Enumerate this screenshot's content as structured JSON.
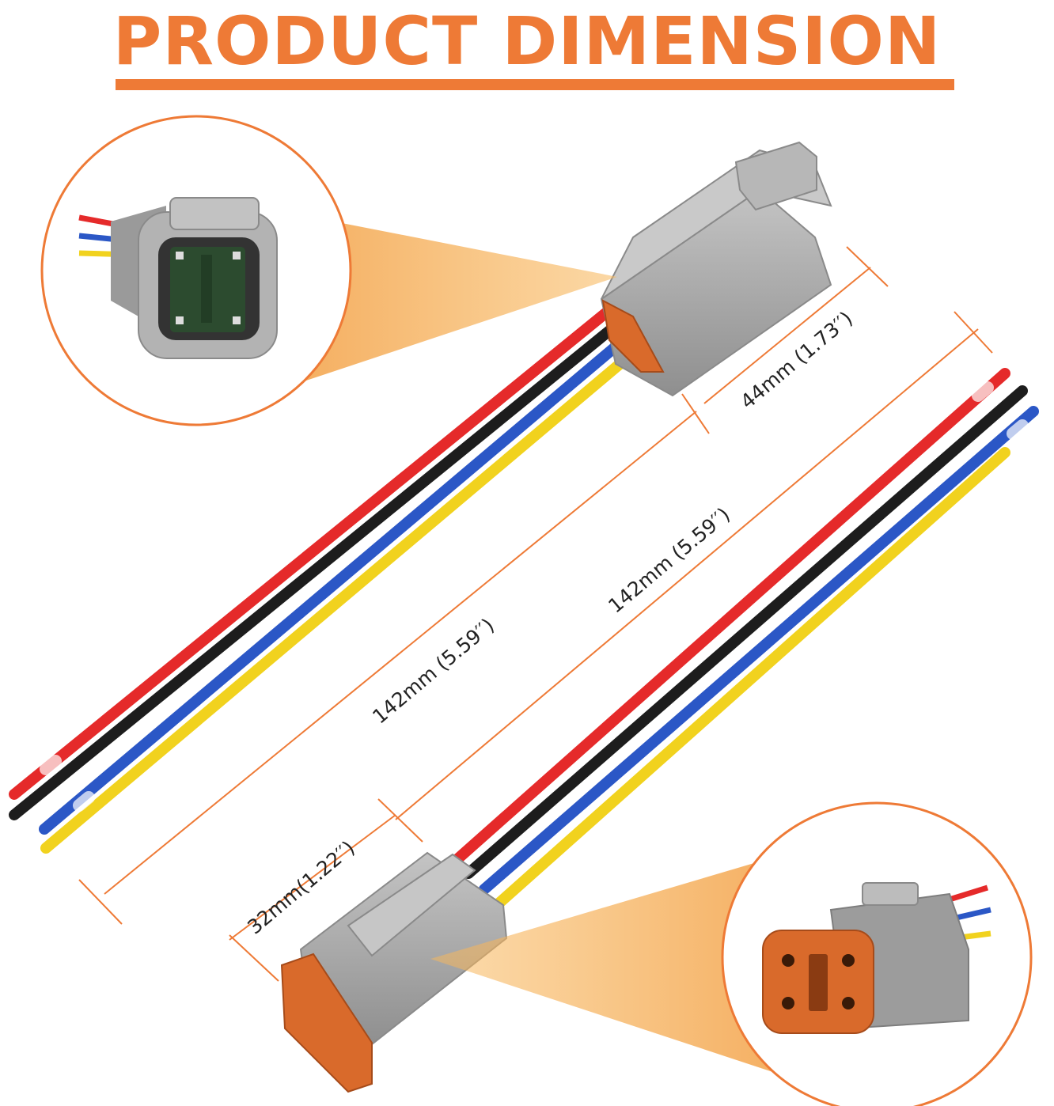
{
  "title": "PRODUCT DIMENSION",
  "colors": {
    "accent": "#ee7a36",
    "housing_grey": "#a9a9a9",
    "seal_orange": "#d96a2b",
    "wire_red": "#e52a2a",
    "wire_black": "#1d1d1d",
    "wire_blue": "#2b57c6",
    "wire_yellow": "#f1d21e"
  },
  "dimensions": {
    "male_connector_length": "44mm (1.73′′)",
    "male_wire_length": "142mm (5.59′′)",
    "female_wire_length": "142mm (5.59′′)",
    "female_connector_length": "32mm(1.22′′)"
  },
  "icons": {
    "male_closeup": "male-connector-closeup-icon",
    "female_closeup": "female-connector-closeup-icon"
  }
}
